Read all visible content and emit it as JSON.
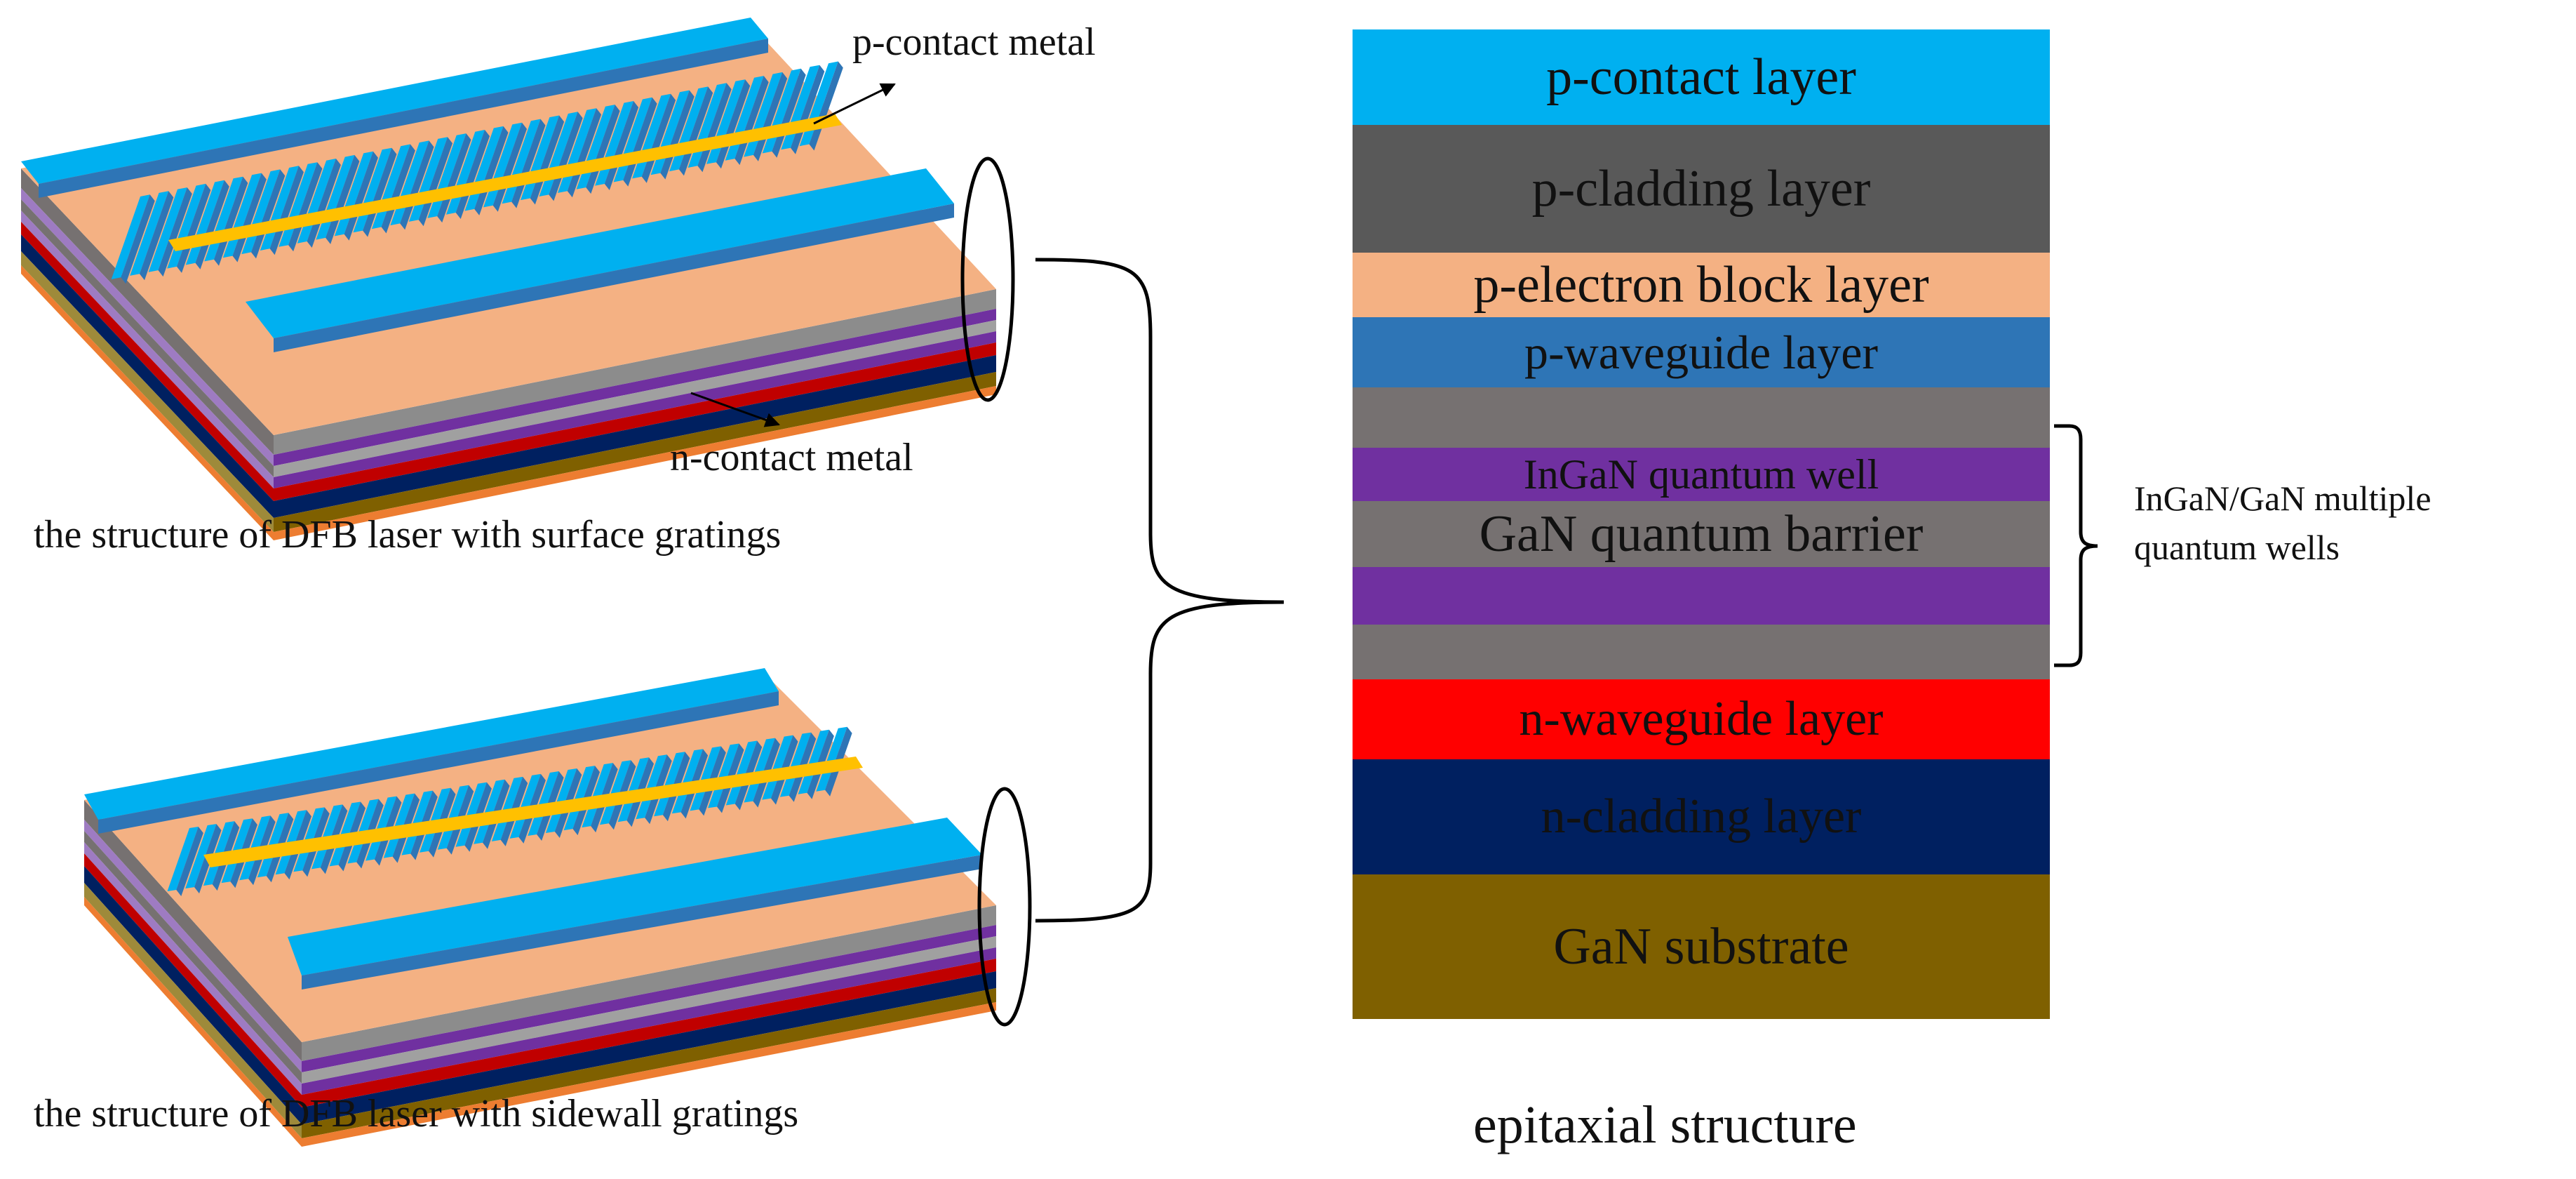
{
  "device_top": {
    "callout_p_contact": "p-contact metal",
    "callout_n_contact": "n-contact metal",
    "caption": "the structure of DFB laser with surface gratings"
  },
  "device_bottom": {
    "caption": "the structure of DFB laser with sidewall gratings"
  },
  "epitaxial": {
    "caption": "epitaxial structure",
    "layers": [
      {
        "label": "p-contact layer",
        "color": "#00B0F0"
      },
      {
        "label": "p-cladding layer",
        "color": "#595959"
      },
      {
        "label": "p-electron block layer",
        "color": "#F4B183"
      },
      {
        "label": "p-waveguide layer",
        "color": "#2E75B6"
      },
      {
        "label": "",
        "color": "#767171"
      },
      {
        "label": "InGaN quantum well",
        "color": "#7030A0"
      },
      {
        "label": "GaN quantum barrier",
        "color": "#767171"
      },
      {
        "label": "",
        "color": "#7030A0"
      },
      {
        "label": "",
        "color": "#767171"
      },
      {
        "label": "n-waveguide layer",
        "color": "#FF0000"
      },
      {
        "label": "n-cladding layer",
        "color": "#002060"
      },
      {
        "label": "GaN substrate",
        "color": "#7F6000"
      }
    ],
    "mqw_note_line1": "InGaN/GaN multiple",
    "mqw_note_line2": "quantum wells"
  },
  "colors": {
    "contact_blue": "#00B0F0",
    "ridge_blue": "#2E75B6",
    "gold_stripe": "#FFC000",
    "peach_surface": "#F4B183",
    "grey": "#767171",
    "purple": "#7030A0",
    "red": "#C00000",
    "navy": "#002060",
    "orange": "#ED7D31",
    "olive": "#7F6000"
  }
}
